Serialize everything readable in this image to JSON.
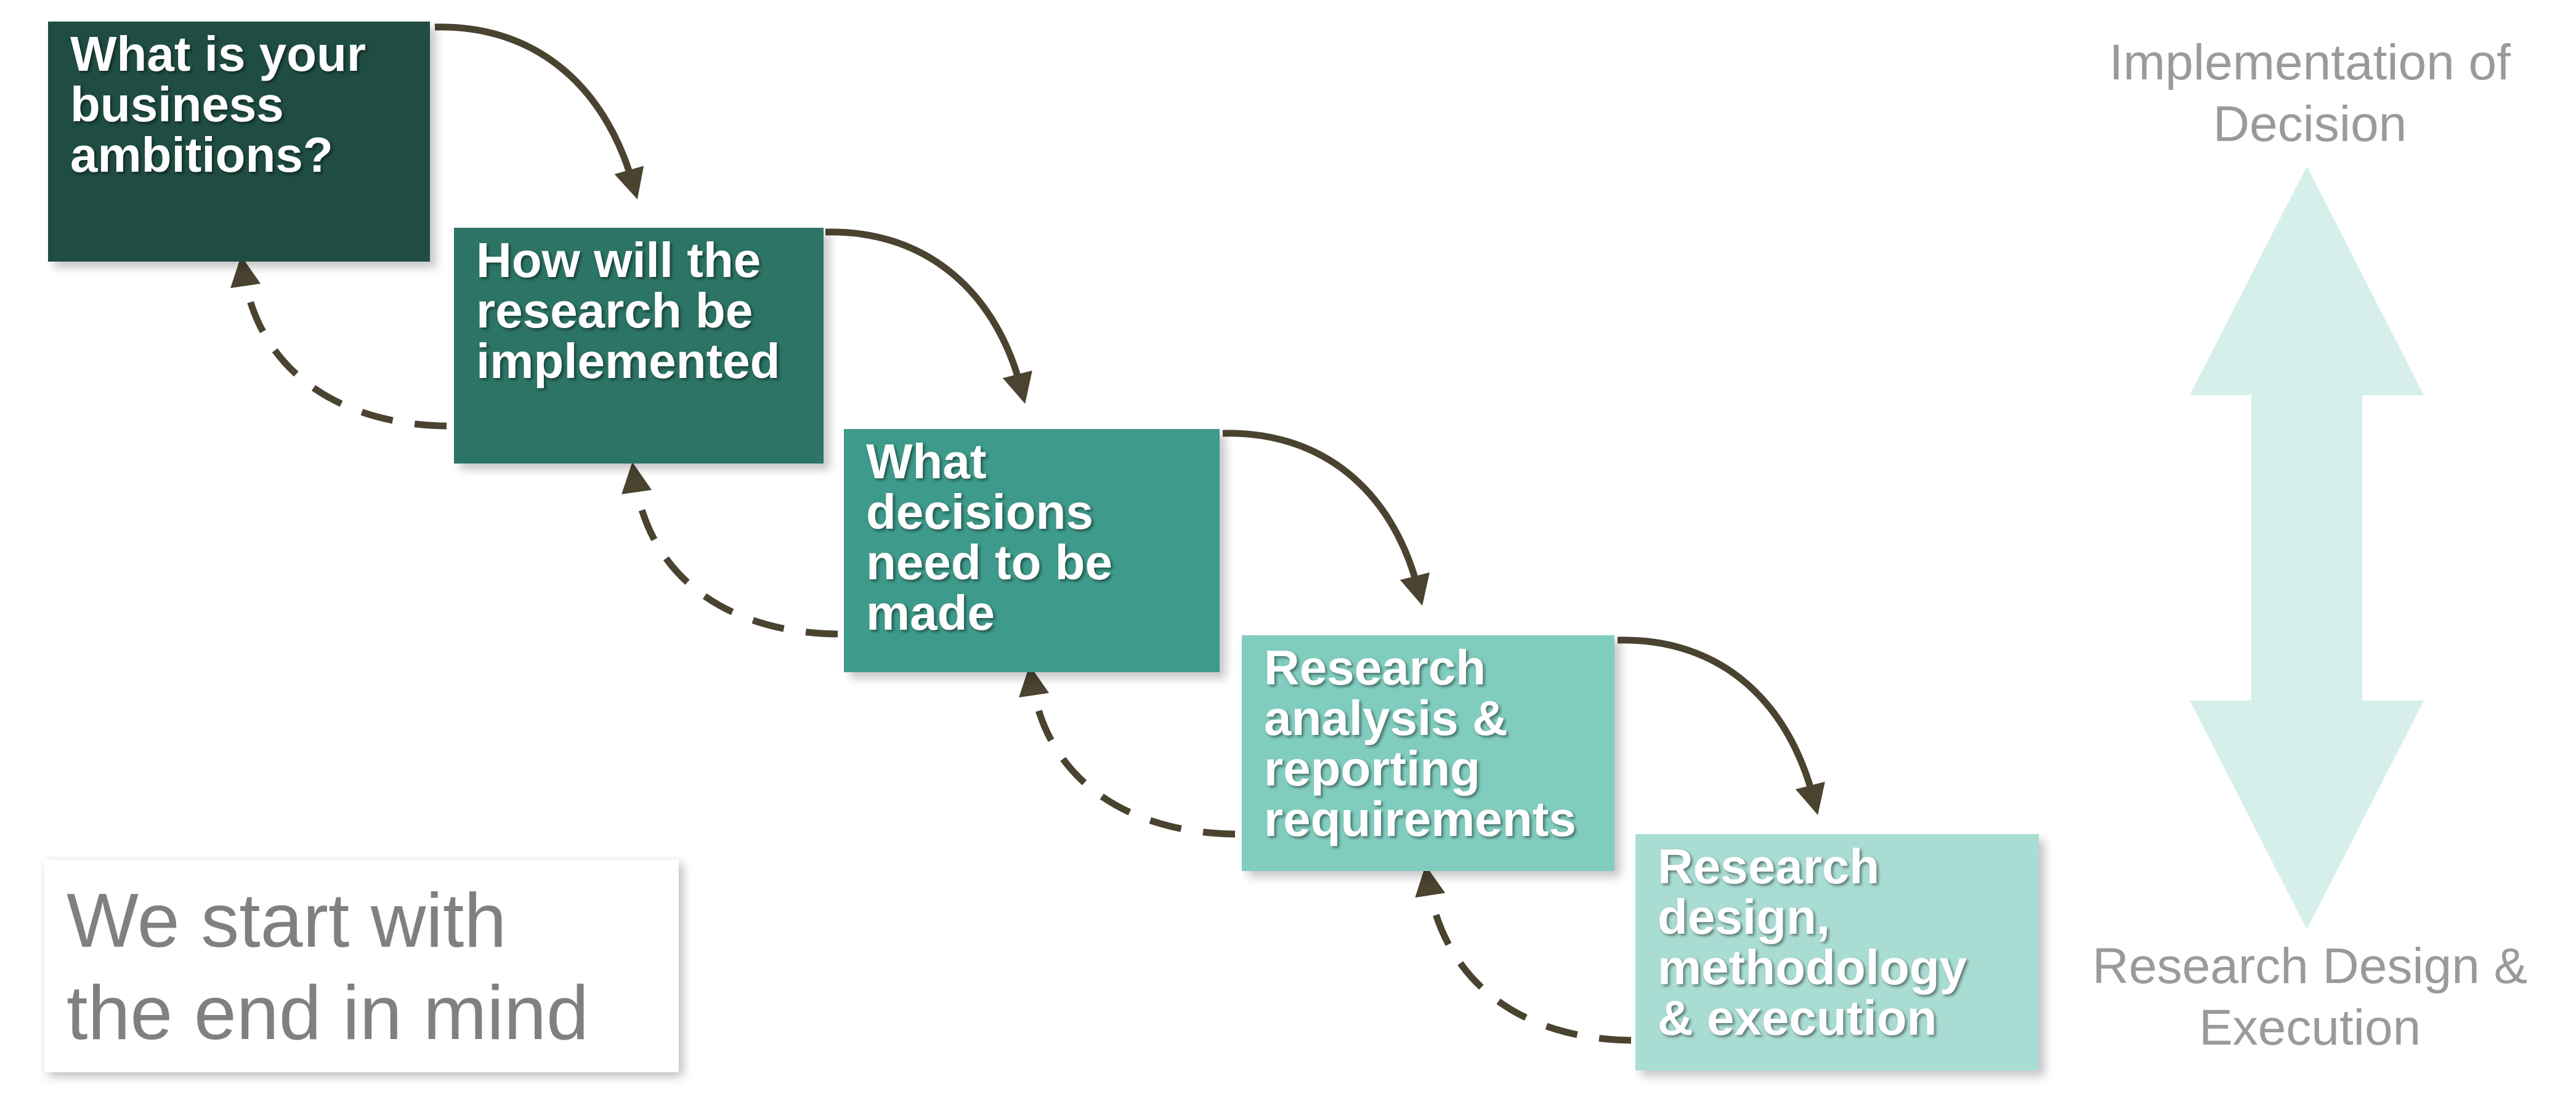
{
  "steps": [
    {
      "text": "What is your\nbusiness\nambitions?"
    },
    {
      "text": "How will the\nresearch be\nimplemented"
    },
    {
      "text": "What\ndecisions\nneed to be\nmade"
    },
    {
      "text": "Research\nanalysis &\nreporting\nrequirements"
    },
    {
      "text": "Research\ndesign,\nmethodology\n& execution"
    }
  ],
  "tagline": "We start with\nthe end in mind",
  "axis": {
    "top_label": "Implementation of\nDecision",
    "bottom_label": "Research Design &\nExecution"
  },
  "colors": {
    "step_1": "#1f4d43",
    "step_2": "#2c7465",
    "step_3": "#3e9a8a",
    "step_4": "#80cdbf",
    "step_5": "#a9ddd3",
    "connector": "#4a4330",
    "double_arrow": "#d6efea",
    "label_text": "#9a9a9a"
  }
}
